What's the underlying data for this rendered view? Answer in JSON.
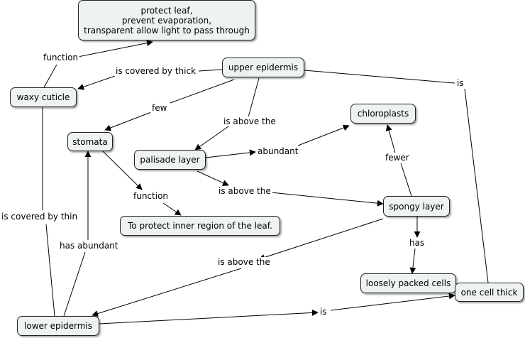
{
  "nodes": {
    "function_desc": "protect leaf,\nprevent evaporation,\ntransparent allow light to pass through",
    "upper_epidermis": "upper epidermis",
    "waxy_cuticle": "waxy cuticle",
    "chloroplasts": "chloroplasts",
    "stomata": "stomata",
    "palisade_layer": "palisade layer",
    "spongy_layer": "spongy layer",
    "protect_inner": "To protect inner region of the leaf.",
    "loosely_packed": "loosely packed cells",
    "one_cell_thick": "one cell thick",
    "lower_epidermis": "lower epidermis"
  },
  "links": {
    "function_1": "function",
    "covered_thick": "is covered by thick",
    "is_1": "is",
    "few": "few",
    "above_1": "is above the",
    "abundant": "abundant",
    "fewer": "fewer",
    "function_2": "function",
    "above_2": "is above the",
    "covered_thin": "is covered by thin",
    "has_abundant": "has abundant",
    "has": "has",
    "above_3": "is above the",
    "is_2": "is"
  }
}
